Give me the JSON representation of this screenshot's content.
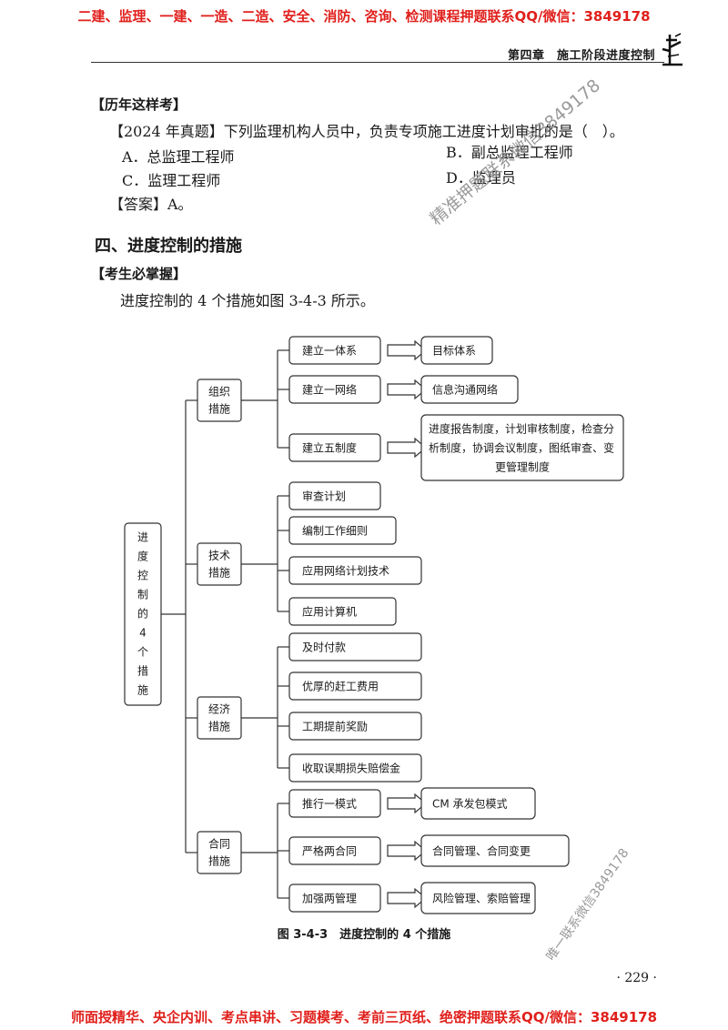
{
  "banner": {
    "top": "二建、监理、一建、一造、二造、安全、消防、咨询、检测课程押题联系QQ/微信：3849178",
    "bottom": "师面授精华、央企内训、考点串讲、习题模考、考前三页纸、绝密押题联系QQ/微信：3849178"
  },
  "header": {
    "chapter": "第四章　施工阶段进度控制"
  },
  "past_exam": {
    "label": "【历年这样考】",
    "question": "【2024 年真题】下列监理机构人员中，负责专项施工进度计划审批的是（　）。",
    "options": [
      "A．总监理工程师",
      "B．副总监理工程师",
      "C．监理工程师",
      "D．监理员"
    ],
    "answer": "【答案】A。"
  },
  "section": {
    "heading": "四、进度控制的措施",
    "must_know_label": "【考生必掌握】",
    "intro": "进度控制的 4 个措施如图 3-4-3 所示。"
  },
  "watermarks": [
    "精准押题联系微信3849178",
    "唯一联系微信3849178"
  ],
  "diagram": {
    "root": [
      "进",
      "度",
      "控",
      "制",
      "的",
      "4",
      "个",
      "措",
      "施"
    ],
    "categories": [
      {
        "label": [
          "组织",
          "措施"
        ],
        "items": [
          {
            "text": "建立一体系",
            "result": [
              "目标体系"
            ]
          },
          {
            "text": "建立一网络",
            "result": [
              "信息沟通网络"
            ]
          },
          {
            "text": "建立五制度",
            "result": [
              "进度报告制度，计划审核制度，检查分",
              "析制度，协调会议制度，图纸审查、变",
              "更管理制度"
            ]
          }
        ]
      },
      {
        "label": [
          "技术",
          "措施"
        ],
        "items": [
          {
            "text": "审查计划"
          },
          {
            "text": "编制工作细则"
          },
          {
            "text": "应用网络计划技术"
          },
          {
            "text": "应用计算机"
          }
        ]
      },
      {
        "label": [
          "经济",
          "措施"
        ],
        "items": [
          {
            "text": "及时付款"
          },
          {
            "text": "优厚的赶工费用"
          },
          {
            "text": "工期提前奖励"
          },
          {
            "text": "收取误期损失赔偿金"
          }
        ]
      },
      {
        "label": [
          "合同",
          "措施"
        ],
        "items": [
          {
            "text": "推行一模式",
            "result": [
              "CM 承发包模式"
            ]
          },
          {
            "text": "严格两合同",
            "result": [
              "合同管理、合同变更"
            ]
          },
          {
            "text": "加强两管理",
            "result": [
              "风险管理、索赔管理"
            ]
          }
        ]
      }
    ],
    "caption": "图 3-4-3　进度控制的 4 个措施"
  },
  "page_number": "· 229 ·"
}
